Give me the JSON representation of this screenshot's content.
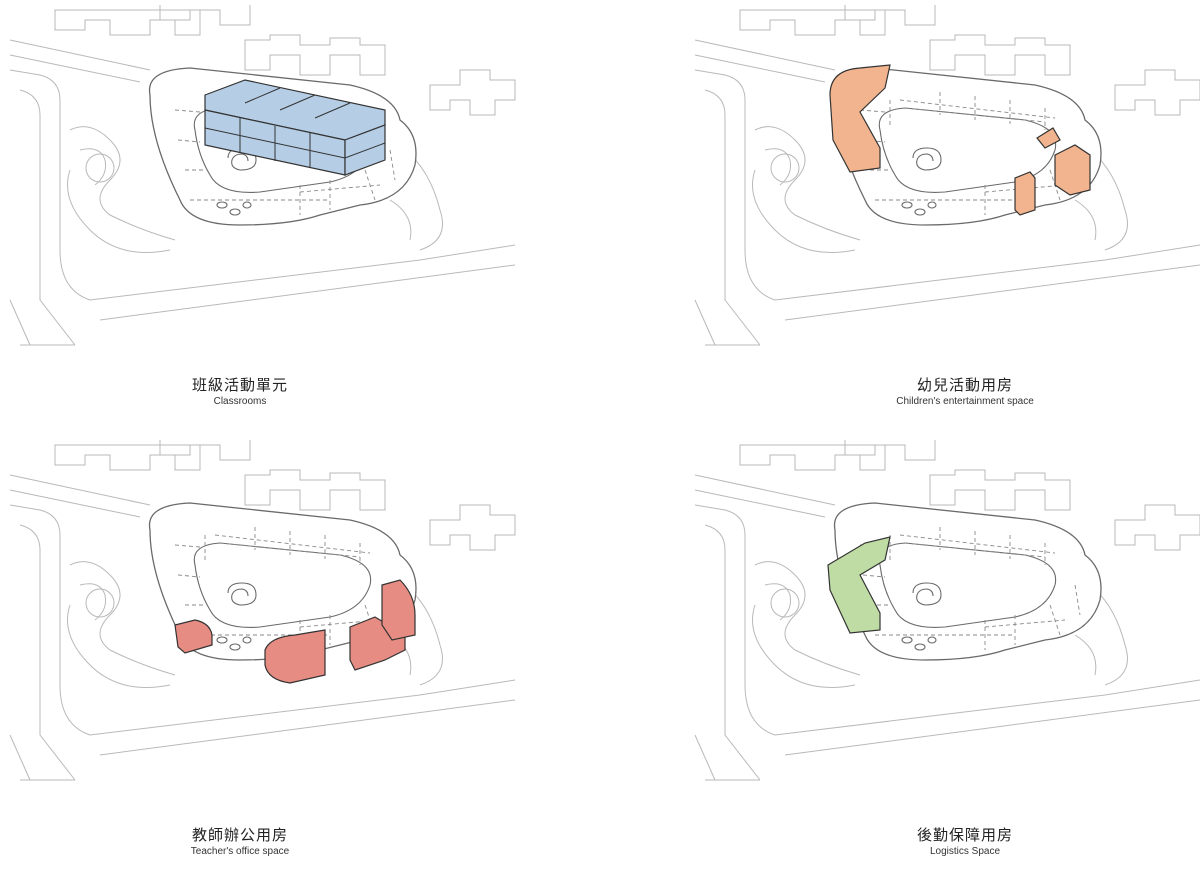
{
  "panels": [
    {
      "zh": "班級活動單元",
      "en": "Classrooms",
      "color": "#b5cee6"
    },
    {
      "zh": "幼兒活動用房",
      "en": "Children's entertainment space",
      "color": "#f2b48e"
    },
    {
      "zh": "教師辦公用房",
      "en": "Teacher's office space",
      "color": "#e68c83"
    },
    {
      "zh": "後勤保障用房",
      "en": "Logistics Space",
      "color": "#bfdca4"
    }
  ]
}
